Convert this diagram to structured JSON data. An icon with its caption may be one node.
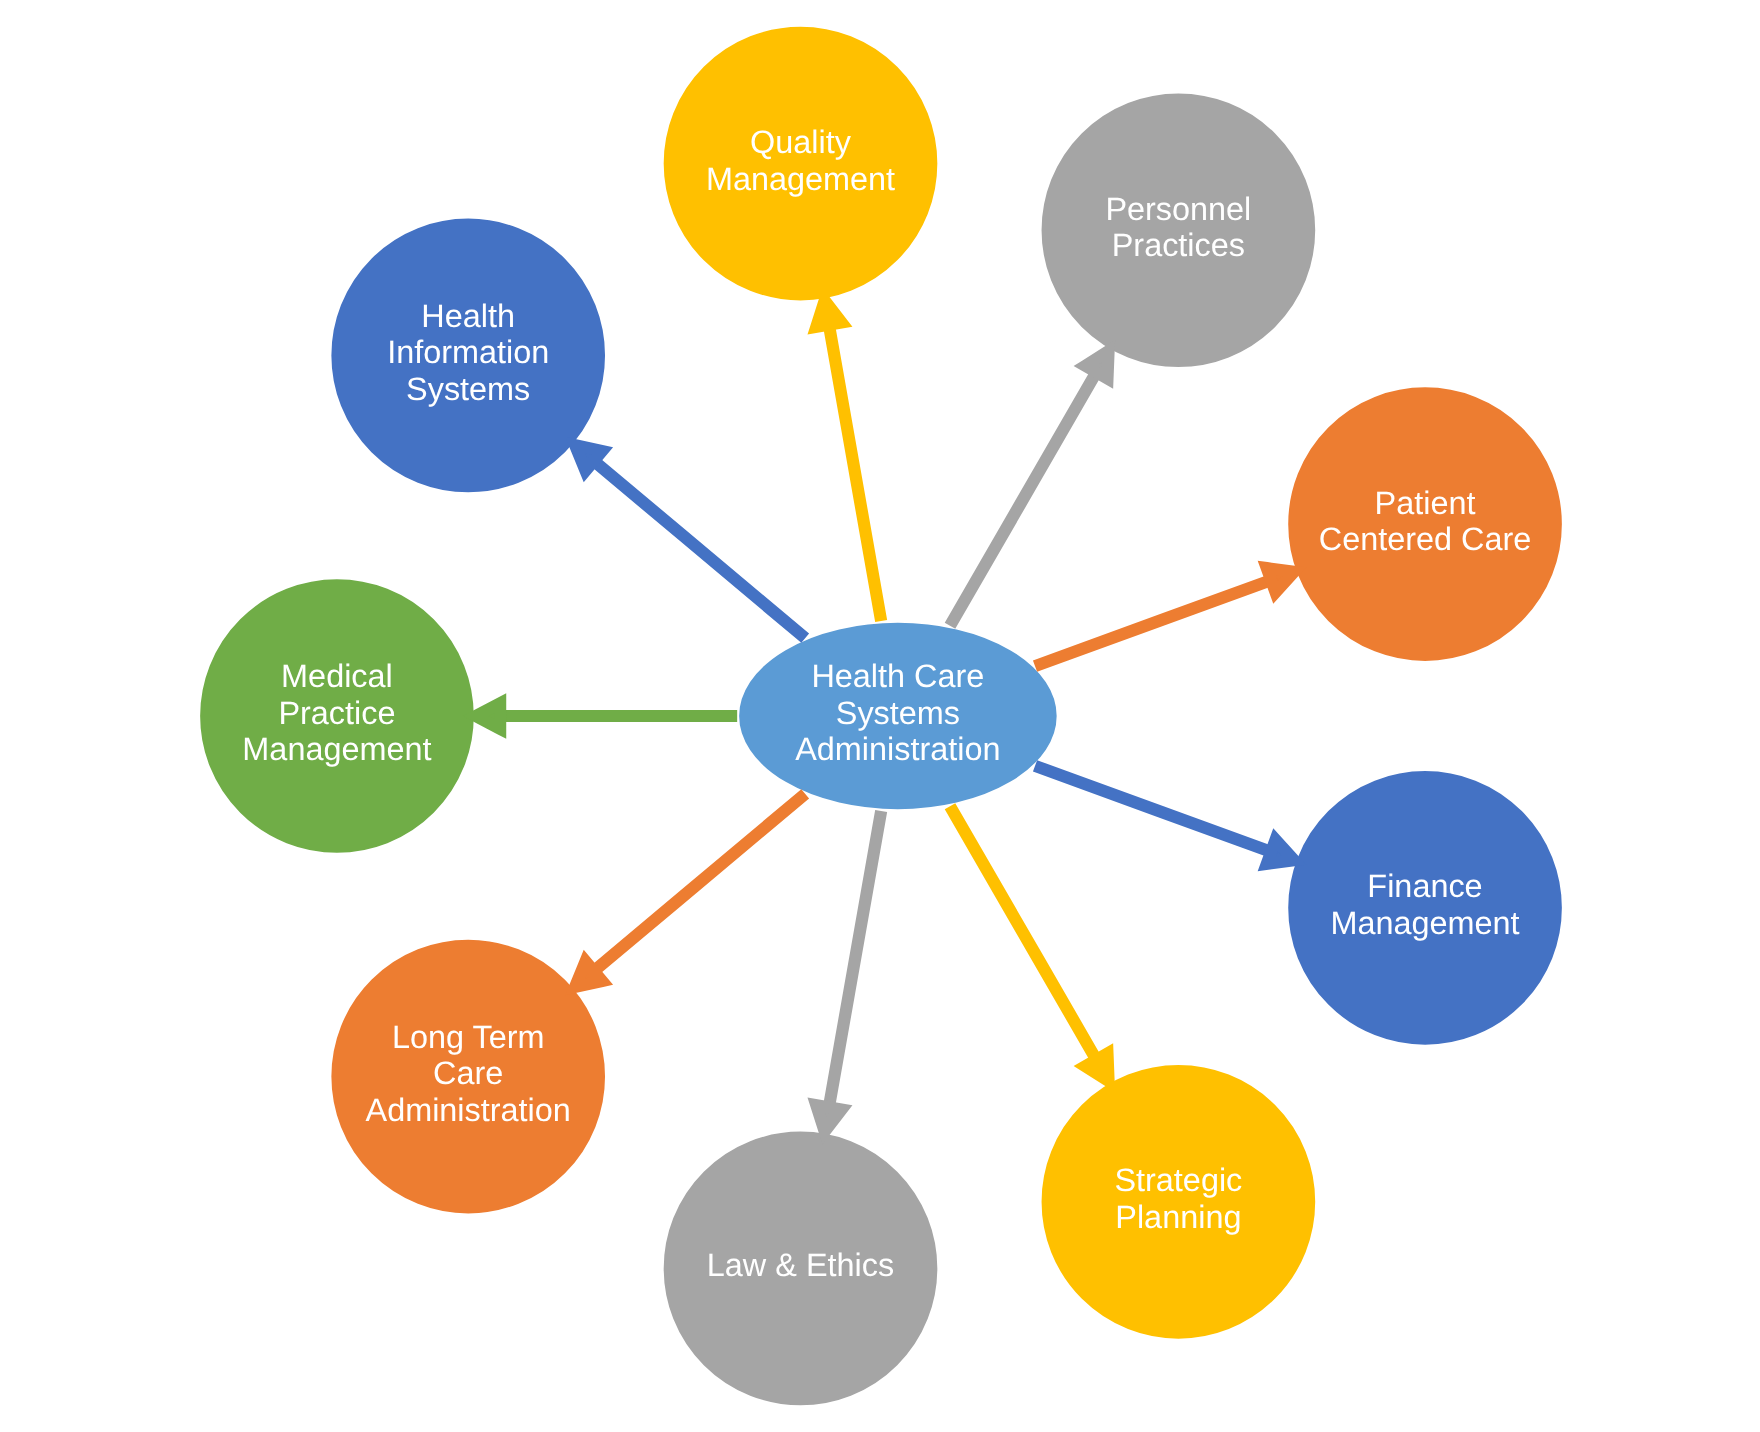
{
  "diagram": {
    "nodes": [
      {
        "text": [
          "Health Care Systems Administration"
        ]
      },
      {
        "text": [
          "Patient Centered Care"
        ]
      },
      {
        "text": [
          "Personnel Practices"
        ]
      },
      {
        "text": [
          "Quality Management"
        ]
      },
      {
        "text": [
          "Health Information Systems"
        ]
      },
      {
        "text": [
          "Medical Practice Management"
        ]
      },
      {
        "text": [
          "Long Term Care Administration"
        ]
      },
      {
        "text": [
          "Law & Ethics"
        ]
      },
      {
        "text": [
          "Strategic Planning"
        ]
      },
      {
        "text": [
          "Finance Management"
        ]
      }
    ],
    "edges": [
      {
        "from": 0,
        "to": 1,
        "arrow": "to",
        "color": "#ed7d31"
      },
      {
        "from": 0,
        "to": 2,
        "arrow": "to",
        "color": "#a5a5a5"
      },
      {
        "from": 0,
        "to": 3,
        "arrow": "to",
        "color": "#ffc000"
      },
      {
        "from": 0,
        "to": 4,
        "arrow": "to",
        "color": "#4472c4"
      },
      {
        "from": 0,
        "to": 5,
        "arrow": "to",
        "color": "#70ad47"
      },
      {
        "from": 0,
        "to": 6,
        "arrow": "to",
        "color": "#ed7d31"
      },
      {
        "from": 0,
        "to": 7,
        "arrow": "to",
        "color": "#a5a5a5"
      },
      {
        "from": 0,
        "to": 8,
        "arrow": "to",
        "color": "#ffc000"
      },
      {
        "from": 0,
        "to": 9,
        "arrow": "to",
        "color": "#4472c4"
      }
    ]
  }
}
